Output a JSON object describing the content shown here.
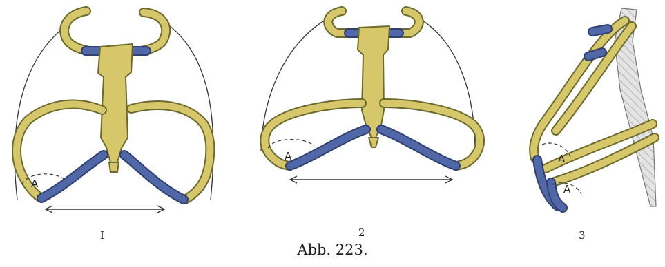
{
  "figures": [
    {
      "number": "I",
      "angle_label": "A"
    },
    {
      "number": "2",
      "angle_label": "A"
    },
    {
      "number": "3",
      "angle_labels": [
        "A",
        "A"
      ]
    }
  ],
  "caption": "Abb. 223.",
  "colors": {
    "cartilage_bone": "#d6c76a",
    "costal_cartilage_blue": "#5168a8",
    "outline": "#333333"
  }
}
